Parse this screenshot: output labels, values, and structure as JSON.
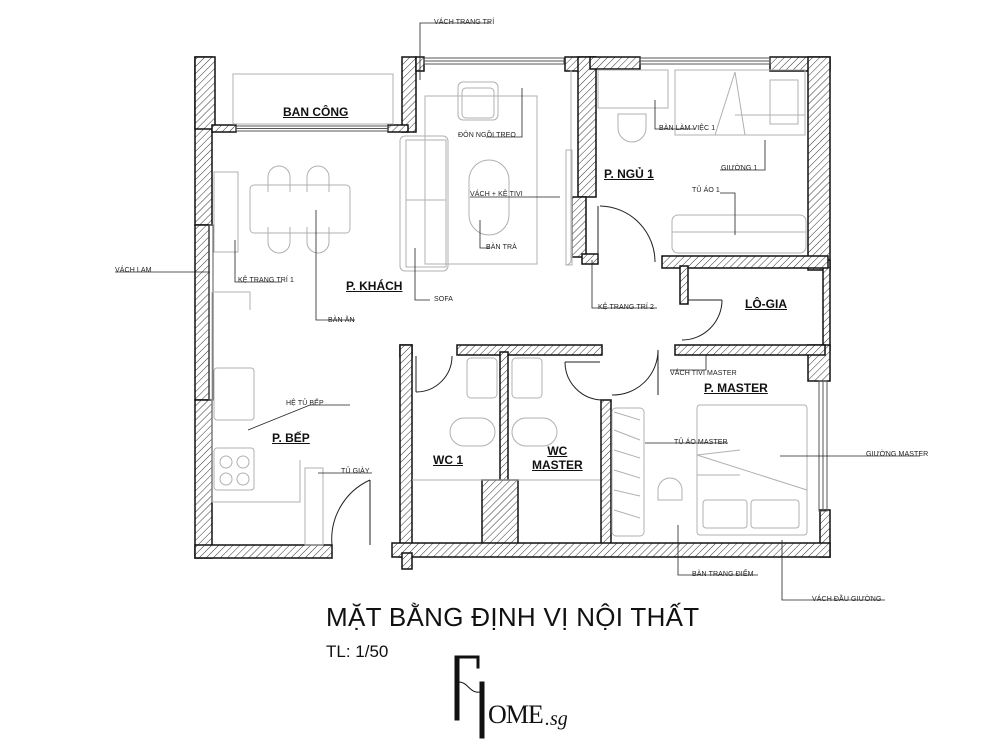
{
  "drawing": {
    "title": "MẶT BẰNG ĐỊNH VỊ NỘI THẤT",
    "scale": "TL: 1/50",
    "logo": {
      "text": "OME",
      "suffix": ".sg",
      "mark": "FH"
    }
  },
  "rooms": {
    "ban_cong": "BAN CÔNG",
    "p_khach": "P. KHÁCH",
    "p_ngu_1": "P. NGỦ 1",
    "lo_gia": "LÔ-GIA",
    "p_bep": "P. BẾP",
    "wc_1": "WC 1",
    "wc_master_1": "WC",
    "wc_master_2": "MASTER",
    "p_master": "P. MASTER"
  },
  "annotations": {
    "vach_trang_tri": "VÁCH TRANG TRÍ",
    "don_ngoi_treo": "ĐÔN NGỒI TREO",
    "ban_lam_viec_1": "BÀN LÀM VIỆC 1",
    "giuong_1": "GIƯỜNG 1",
    "tu_ao_1": "TỦ ÁO 1",
    "vach_ke_tivi": "VÁCH + KỆ TIVI",
    "ban_tra": "BÀN TRÀ",
    "vach_lam": "VÁCH LAM",
    "ke_trang_tri_1": "KỆ TRANG TRÍ 1",
    "sofa": "SOFA",
    "ban_an": "BÀN ĂN",
    "ke_trang_tri_2": "KỆ TRANG TRÍ 2",
    "vach_tivi_master": "VÁCH TIVI MASTER",
    "he_tu_bep": "HỆ TỦ BẾP",
    "tu_giay": "TỦ GIÀY",
    "tu_ao_master": "TỦ ÁO MASTER",
    "giuong_master": "GIƯỜNG MASTER",
    "ban_trang_diem": "BÀN TRANG ĐIỂM",
    "vach_dau_giuong": "VÁCH ĐẦU GIƯỜNG"
  },
  "colors": {
    "wall": "#111111",
    "furniture": "#b8b8b8",
    "leader": "#222222",
    "background": "#ffffff"
  }
}
